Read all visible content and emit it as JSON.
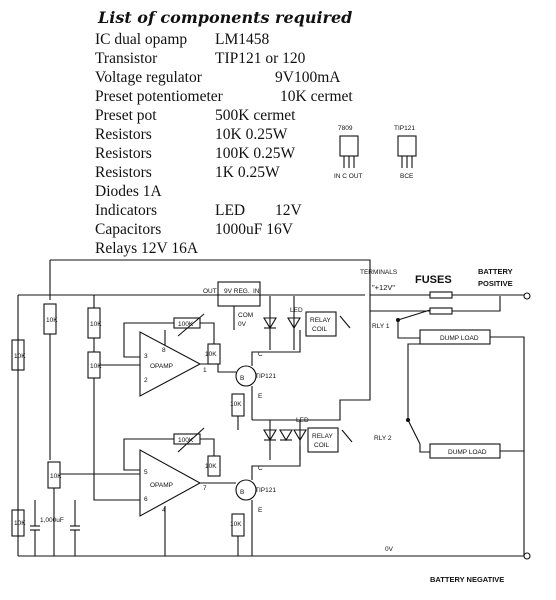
{
  "title": "List of components required",
  "components": [
    {
      "name": "IC dual opamp",
      "value": "LM1458",
      "extra": ""
    },
    {
      "name": "Transistor",
      "value": "TIP121 or 120",
      "extra": ""
    },
    {
      "name": "Voltage regulator",
      "value": "",
      "extra": "9V100mA"
    },
    {
      "name": "Preset potentiometer",
      "value": "",
      "extra": "10K cermet"
    },
    {
      "name": "Preset pot",
      "value": "500K cermet",
      "extra": ""
    },
    {
      "name": "Resistors",
      "value": "10K 0.25W",
      "extra": ""
    },
    {
      "name": "Resistors",
      "value": "100K 0.25W",
      "extra": ""
    },
    {
      "name": "Resistors",
      "value": "1K 0.25W",
      "extra": ""
    },
    {
      "name": "Diodes 1A",
      "value": "",
      "extra": ""
    },
    {
      "name": "Indicators",
      "value": "LED",
      "extra": "12V"
    },
    {
      "name": "Capacitors",
      "value": "1000uF 16V",
      "extra": ""
    },
    {
      "name": "Relays 12V 16A",
      "value": "",
      "extra": ""
    }
  ],
  "pinouts": {
    "regulator": {
      "name": "7809",
      "pins": "IN C OUT"
    },
    "transistor": {
      "name": "TIP121",
      "pins": "BCE"
    }
  },
  "schematic": {
    "terminals": "TERMINALS",
    "plus12": "\"+12V\"",
    "fuses": "FUSES",
    "battery_positive_1": "BATTERY",
    "battery_positive_2": "POSITIVE",
    "battery_negative": "BATTERY NEGATIVE",
    "zero_v": "0V",
    "out": "OUT",
    "reg": "9V REG.",
    "in": "IN",
    "com": "COM",
    "com0v": "0V",
    "led": "LED",
    "relay_coil_1a": "RELAY",
    "relay_coil_1b": "COIL",
    "relay_coil_2a": "RELAY",
    "relay_coil_2b": "COIL",
    "rly1": "RLY 1",
    "rly2": "RLY 2",
    "dump1": "DUMP LOAD",
    "dump2": "DUMP LOAD",
    "opamp1": "OPAMP",
    "opamp2": "OPAMP",
    "r100k_1": "100K",
    "r100k_2": "100K",
    "r10k_a": "10K",
    "r10k_b": "10K",
    "r10k_c": "10K",
    "r10k_d": "10K",
    "r10k_e": "10K",
    "r10k_f": "10K",
    "r10k_g": "10K",
    "r10k_h": "10K",
    "r10k_i": "10K",
    "r10k_j": "10K",
    "cap": "1,000uF",
    "tip1": "TIP121",
    "tip2": "TIP121",
    "c1": "C",
    "b1": "B",
    "e1": "E",
    "c2": "C",
    "b2": "B",
    "e2": "E",
    "p3": "3",
    "p2": "2",
    "p8": "8",
    "p1": "1",
    "p5": "5",
    "p6": "6",
    "p7": "7",
    "p4": "4"
  }
}
